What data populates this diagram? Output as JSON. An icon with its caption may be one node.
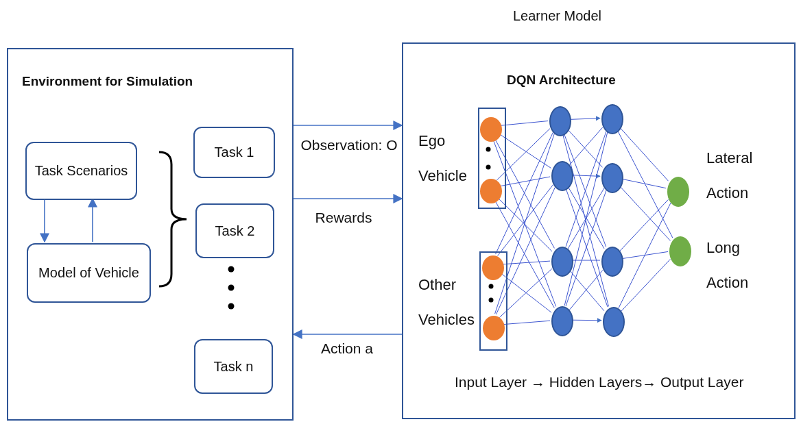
{
  "diagram": {
    "nodes": [
      {
        "text": [
          "Environment for Simulation"
        ]
      },
      {
        "text": [
          "Task Scenarios"
        ],
        "in": 0
      },
      {
        "text": [
          "Model of Vehicle"
        ],
        "in": 0
      },
      {
        "text": [
          "Task 1"
        ],
        "in": 0
      },
      {
        "text": [
          "Task 2"
        ],
        "in": 0
      },
      {
        "text": [
          "Task n"
        ],
        "in": 0
      },
      {
        "text": [
          "Learner Model",
          "DQN Architecture"
        ]
      },
      {
        "text": [],
        "shape": "box",
        "beside": [
          "Ego Vehicle"
        ],
        "in": 6
      },
      {
        "text": [],
        "shape": "box",
        "beside": [
          "Other Vehicles"
        ],
        "in": 6
      },
      {
        "text": [],
        "shape": "circle",
        "in": 7
      },
      {
        "text": [],
        "shape": "circle",
        "in": 7
      },
      {
        "text": [],
        "shape": "circle",
        "in": 8
      },
      {
        "text": [],
        "shape": "circle",
        "in": 8
      },
      {
        "text": [],
        "shape": "circle",
        "in": 6
      },
      {
        "text": [],
        "shape": "circle",
        "in": 6
      },
      {
        "text": [],
        "shape": "circle",
        "in": 6
      },
      {
        "text": [],
        "shape": "circle",
        "in": 6
      },
      {
        "text": [],
        "shape": "circle",
        "in": 6
      },
      {
        "text": [],
        "shape": "circle",
        "in": 6
      },
      {
        "text": [],
        "shape": "circle",
        "in": 6
      },
      {
        "text": [],
        "shape": "circle",
        "in": 6
      },
      {
        "text": [],
        "shape": "circle",
        "beside": [
          "Lateral Action"
        ],
        "in": 6
      },
      {
        "text": [],
        "shape": "circle",
        "beside": [
          "Long Action"
        ],
        "in": 6
      }
    ],
    "edges": [
      {
        "from": 0,
        "to": 6,
        "arrow": "to",
        "label": "Observation: O"
      },
      {
        "from": 0,
        "to": 6,
        "arrow": "to",
        "label": "Rewards"
      },
      {
        "from": 6,
        "to": 0,
        "arrow": "to",
        "label": "Action a"
      },
      {
        "from": 1,
        "to": 2,
        "arrow": "to"
      },
      {
        "from": 2,
        "to": 1,
        "arrow": "to"
      },
      {
        "from": 9,
        "to": 13,
        "arrow": "none"
      },
      {
        "from": 9,
        "to": 14,
        "arrow": "none"
      },
      {
        "from": 9,
        "to": 15,
        "arrow": "none"
      },
      {
        "from": 9,
        "to": 16,
        "arrow": "none"
      },
      {
        "from": 10,
        "to": 13,
        "arrow": "none"
      },
      {
        "from": 10,
        "to": 14,
        "arrow": "none"
      },
      {
        "from": 10,
        "to": 15,
        "arrow": "none"
      },
      {
        "from": 10,
        "to": 16,
        "arrow": "none"
      },
      {
        "from": 11,
        "to": 13,
        "arrow": "none"
      },
      {
        "from": 11,
        "to": 14,
        "arrow": "none"
      },
      {
        "from": 11,
        "to": 15,
        "arrow": "none"
      },
      {
        "from": 11,
        "to": 16,
        "arrow": "none"
      },
      {
        "from": 12,
        "to": 13,
        "arrow": "none"
      },
      {
        "from": 12,
        "to": 14,
        "arrow": "none"
      },
      {
        "from": 12,
        "to": 15,
        "arrow": "none"
      },
      {
        "from": 12,
        "to": 16,
        "arrow": "none"
      },
      {
        "from": 13,
        "to": 17,
        "arrow": "to"
      },
      {
        "from": 13,
        "to": 18,
        "arrow": "none"
      },
      {
        "from": 13,
        "to": 19,
        "arrow": "none"
      },
      {
        "from": 13,
        "to": 20,
        "arrow": "none"
      },
      {
        "from": 14,
        "to": 17,
        "arrow": "none"
      },
      {
        "from": 14,
        "to": 18,
        "arrow": "to"
      },
      {
        "from": 14,
        "to": 19,
        "arrow": "none"
      },
      {
        "from": 14,
        "to": 20,
        "arrow": "none"
      },
      {
        "from": 15,
        "to": 17,
        "arrow": "none"
      },
      {
        "from": 15,
        "to": 18,
        "arrow": "none"
      },
      {
        "from": 15,
        "to": 19,
        "arrow": "none"
      },
      {
        "from": 15,
        "to": 20,
        "arrow": "none"
      },
      {
        "from": 16,
        "to": 17,
        "arrow": "none"
      },
      {
        "from": 16,
        "to": 18,
        "arrow": "none"
      },
      {
        "from": 16,
        "to": 19,
        "arrow": "none"
      },
      {
        "from": 16,
        "to": 20,
        "arrow": "to"
      },
      {
        "from": 17,
        "to": 21,
        "arrow": "none"
      },
      {
        "from": 17,
        "to": 22,
        "arrow": "none"
      },
      {
        "from": 18,
        "to": 21,
        "arrow": "none"
      },
      {
        "from": 18,
        "to": 22,
        "arrow": "none"
      },
      {
        "from": 19,
        "to": 21,
        "arrow": "none"
      },
      {
        "from": 19,
        "to": 22,
        "arrow": "none"
      },
      {
        "from": 20,
        "to": 21,
        "arrow": "none"
      },
      {
        "from": 20,
        "to": 22,
        "arrow": "none"
      }
    ],
    "labels": [
      "Input Layer → Hidden Layers→ Output Layer"
    ]
  }
}
